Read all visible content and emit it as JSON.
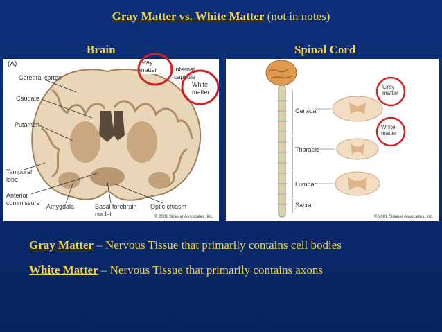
{
  "slide": {
    "title_emphasis": "Gray Matter vs. White Matter",
    "title_rest": "(not in notes)",
    "brain_label": "Brain",
    "spinal_label": "Spinal Cord"
  },
  "brain_figure": {
    "panel_letter": "(A)",
    "callout_gray": "Gray\nmatter",
    "callout_white": "White\nmatter",
    "labels": {
      "cerebral_cortex": "Cerebral cortex",
      "internal_capsule": "Internal\ncapsule",
      "caudate": "Caudate",
      "putamen": "Putamen",
      "temporal_lobe": "Temporal\nlobe",
      "anterior_commissure": "Anterior\ncommissure",
      "amygdala": "Amygdala",
      "basal_forebrain": "Basal forebrain\nnuclei",
      "optic_chiasm": "Optic chiasm"
    },
    "copyright": "© 2001 Sinauer Associates, Inc."
  },
  "spinal_figure": {
    "callout_gray": "Gray\nmatter",
    "callout_white": "White\nmatter",
    "regions": [
      "Cervical",
      "Thoracic",
      "Lumbar",
      "Sacral"
    ],
    "copyright": "© 2001 Sinauer Associates, Inc."
  },
  "definitions": [
    {
      "term": "Gray Matter",
      "text": " – Nervous Tissue that primarily contains cell bodies"
    },
    {
      "term": "White Matter",
      "text": " – Nervous Tissue that primarily contains axons"
    }
  ],
  "colors": {
    "background": "#0a2a6e",
    "accent_yellow": "#f0d44a",
    "callout_red": "#d42020"
  }
}
